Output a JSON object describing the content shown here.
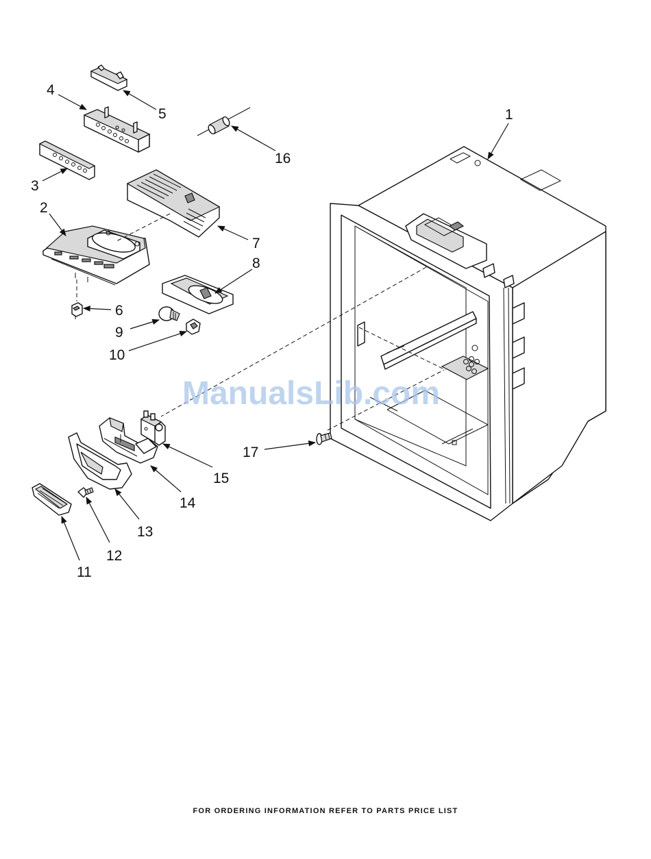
{
  "diagram": {
    "callouts": [
      {
        "id": "1",
        "label": "1"
      },
      {
        "id": "2",
        "label": "2"
      },
      {
        "id": "3",
        "label": "3"
      },
      {
        "id": "4",
        "label": "4"
      },
      {
        "id": "5",
        "label": "5"
      },
      {
        "id": "6",
        "label": "6"
      },
      {
        "id": "7",
        "label": "7"
      },
      {
        "id": "8",
        "label": "8"
      },
      {
        "id": "9",
        "label": "9"
      },
      {
        "id": "10",
        "label": "10"
      },
      {
        "id": "11",
        "label": "11"
      },
      {
        "id": "12",
        "label": "12"
      },
      {
        "id": "13",
        "label": "13"
      },
      {
        "id": "14",
        "label": "14"
      },
      {
        "id": "15",
        "label": "15"
      },
      {
        "id": "16",
        "label": "16"
      },
      {
        "id": "17",
        "label": "17"
      }
    ],
    "watermark": "ManualsLib.com",
    "footer": "FOR ORDERING INFORMATION REFER TO PARTS PRICE LIST"
  }
}
